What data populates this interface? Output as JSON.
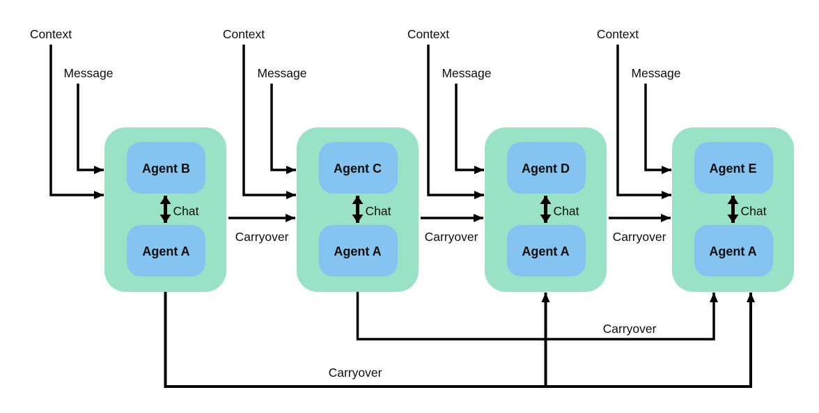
{
  "colors": {
    "background": "#ffffff",
    "group_fill": "#99e2c6",
    "agent_fill": "#85c4f0",
    "line": "#000000",
    "text": "#0d0d0d"
  },
  "labels": {
    "context": "Context",
    "message": "Message",
    "chat": "Chat",
    "carryover": "Carryover"
  },
  "groups": [
    {
      "top_agent": "Agent B",
      "bottom_agent": "Agent A"
    },
    {
      "top_agent": "Agent C",
      "bottom_agent": "Agent A"
    },
    {
      "top_agent": "Agent D",
      "bottom_agent": "Agent A"
    },
    {
      "top_agent": "Agent E",
      "bottom_agent": "Agent A"
    }
  ],
  "edges": {
    "inputs_per_group": [
      "Context",
      "Message"
    ],
    "carryover_edges": [
      {
        "from": "group_1",
        "to": "group_2"
      },
      {
        "from": "group_2",
        "to": "group_3"
      },
      {
        "from": "group_3",
        "to": "group_4"
      },
      {
        "from": "group_1",
        "to": "group_3"
      },
      {
        "from": "group_1",
        "to": "group_4"
      },
      {
        "from": "group_2",
        "to": "group_4"
      }
    ]
  }
}
